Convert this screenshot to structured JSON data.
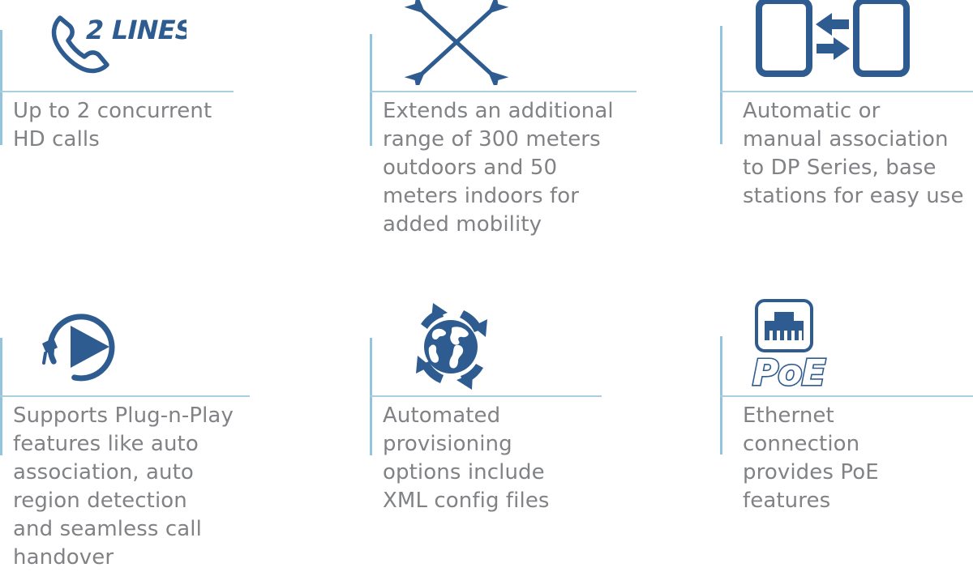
{
  "theme": {
    "background": "#ffffff",
    "icon_blue": "#2e5c90",
    "rule_blue": "#93c4db",
    "rule_blue_light": "#a9cede",
    "caption_gray": "#808285"
  },
  "features": [
    {
      "id": "two-lines",
      "icon_name": "phone-handset-two-lines-icon",
      "icon_label": "2 LINES",
      "caption": "Up to 2 concurrent\nHD calls"
    },
    {
      "id": "extended-range",
      "icon_name": "four-way-expand-arrows-icon",
      "icon_label": "",
      "caption": "Extends an additional\nrange of 300 meters\noutdoors and 50\nmeters indoors for\nadded mobility"
    },
    {
      "id": "association",
      "icon_name": "two-devices-exchange-arrows-icon",
      "icon_label": "",
      "caption": "Automatic or\nmanual association\nto DP Series, base\nstations for easy use"
    },
    {
      "id": "plug-n-play",
      "icon_name": "play-button-plug-circle-icon",
      "icon_label": "",
      "caption": "Supports Plug-n-Play\nfeatures like auto\nassociation, auto\nregion detection\nand seamless call\nhandover"
    },
    {
      "id": "provisioning",
      "icon_name": "globe-rotating-arrows-icon",
      "icon_label": "",
      "caption": "Automated\nprovisioning\noptions include\nXML config files"
    },
    {
      "id": "poe",
      "icon_name": "rj45-ethernet-jack-icon",
      "icon_label": "PoE",
      "caption": "Ethernet\nconnection\nprovides PoE\nfeatures"
    }
  ]
}
